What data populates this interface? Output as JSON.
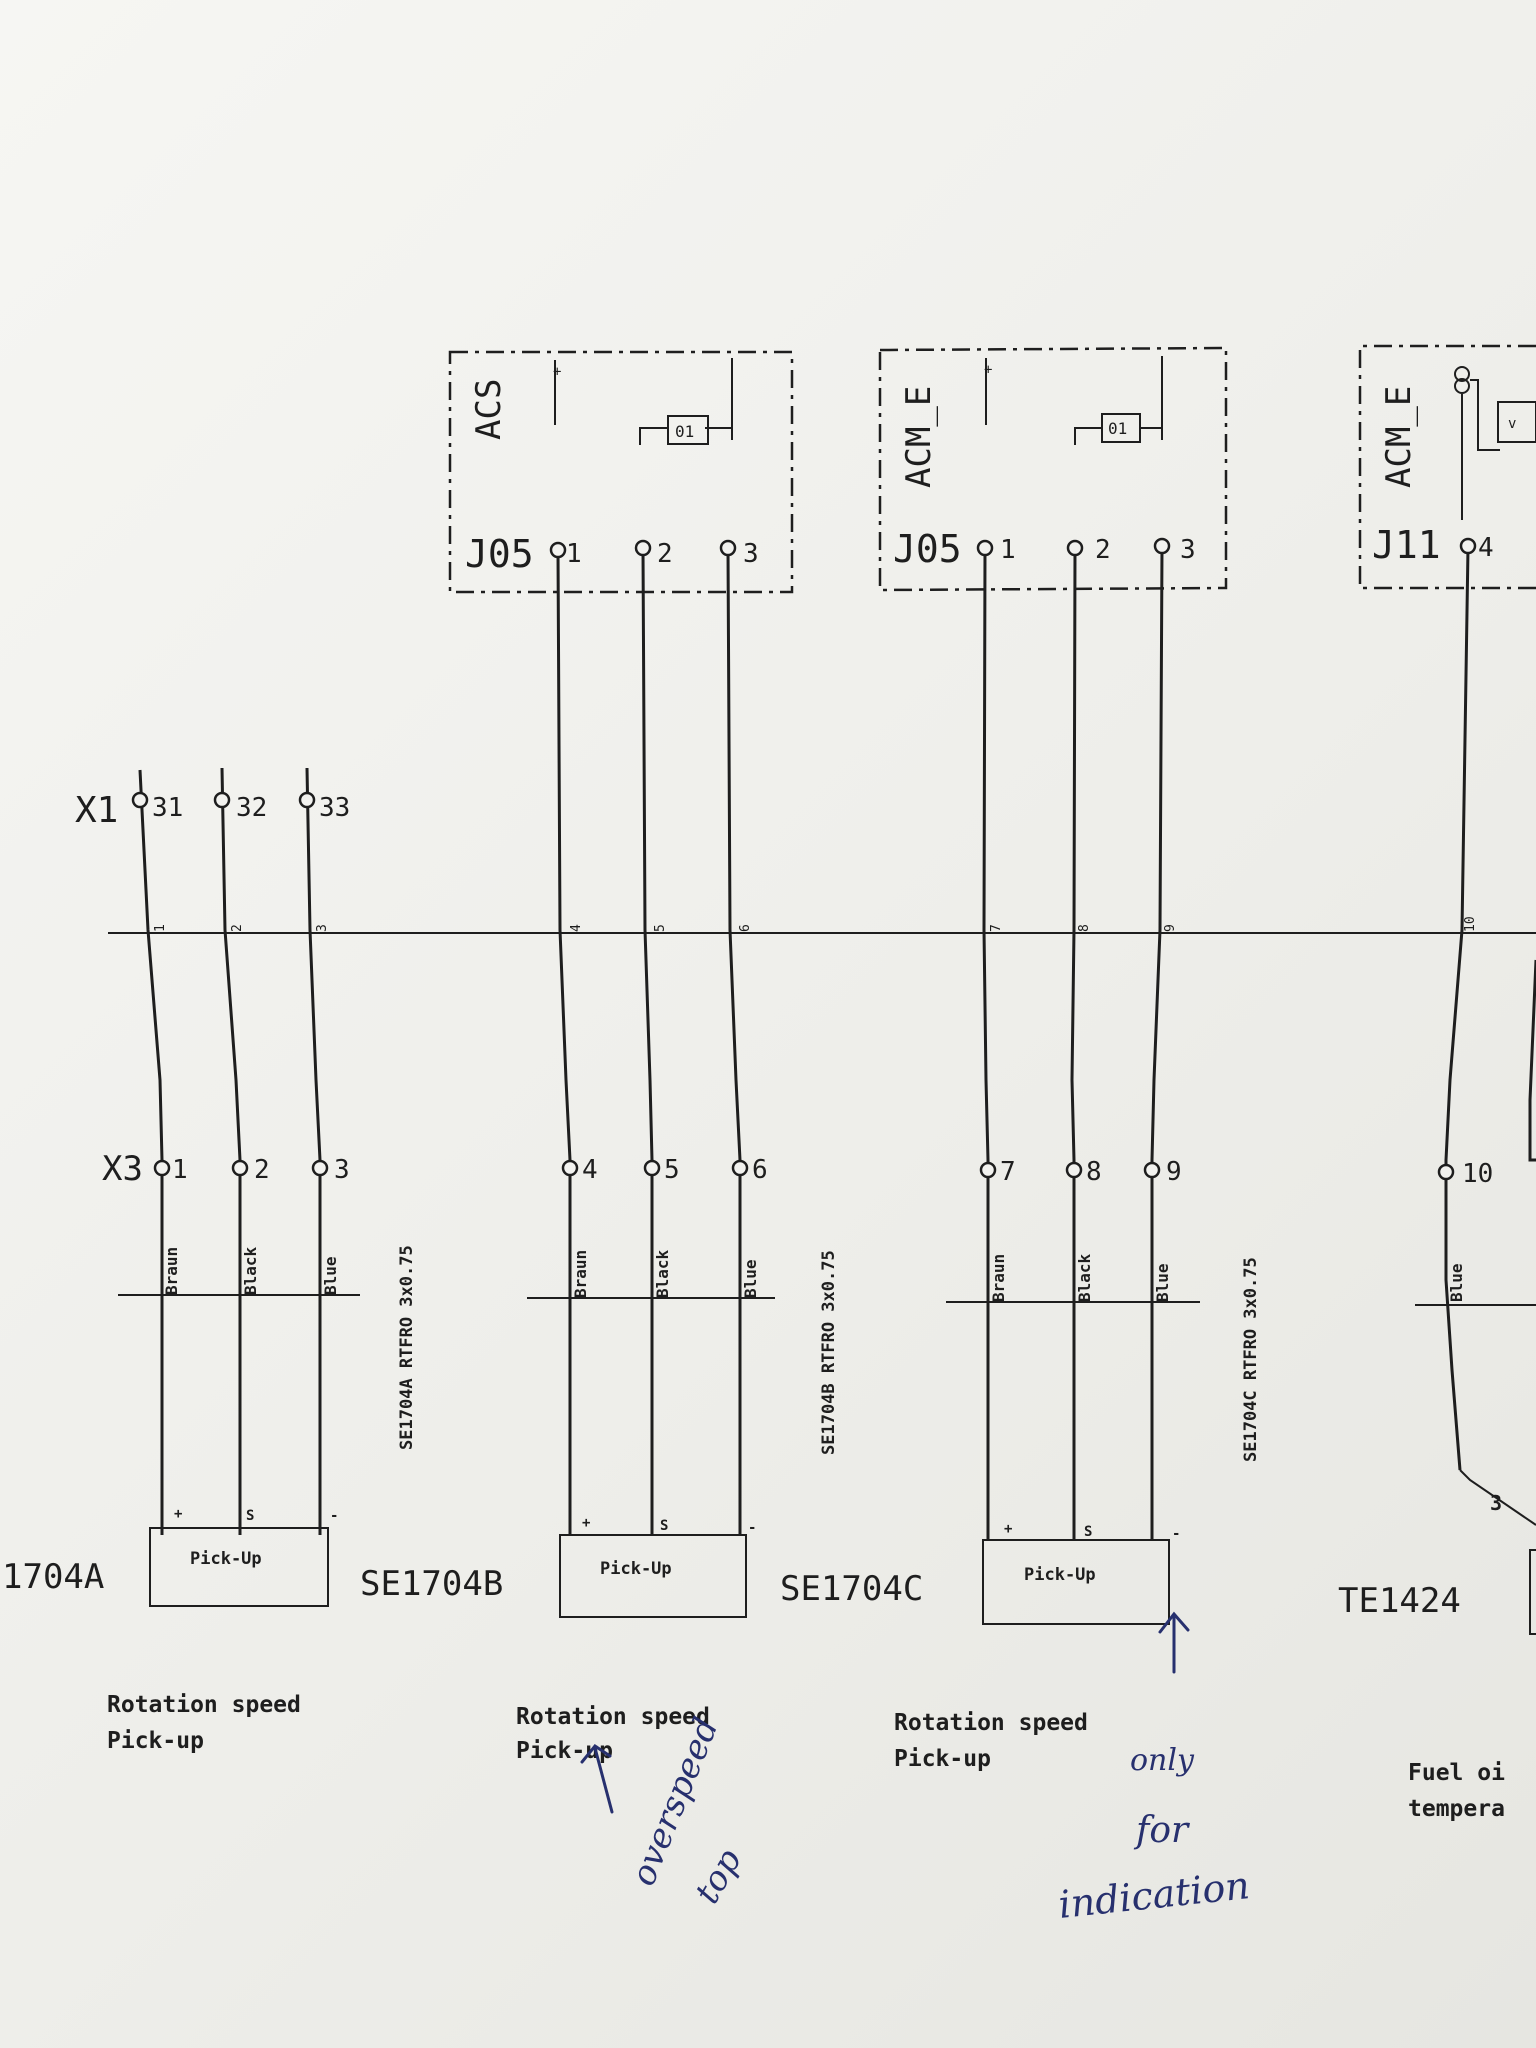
{
  "devices": [
    {
      "name": "ACS",
      "connector": "J05",
      "pins": [
        "1",
        "2",
        "3"
      ],
      "relay": "01"
    },
    {
      "name": "ACM_E",
      "connector": "J05",
      "pins": [
        "1",
        "2",
        "3"
      ],
      "relay": "01"
    },
    {
      "name": "ACM_E",
      "connector": "J11",
      "pins": [
        "4"
      ]
    }
  ],
  "terminal_x1": {
    "label": "X1",
    "pins": [
      "31",
      "32",
      "33"
    ]
  },
  "wire_numbers": [
    "1",
    "2",
    "3",
    "4",
    "5",
    "6",
    "7",
    "8",
    "9",
    "10"
  ],
  "terminal_x3_pins": [
    "1",
    "2",
    "3",
    "4",
    "5",
    "6",
    "7",
    "8",
    "9",
    "10"
  ],
  "terminal_x3_label": "X3",
  "wire_colors": [
    "Braun",
    "Black",
    "Blue"
  ],
  "cables": [
    "SE1704A RTFRO 3x0.75",
    "SE1704B RTFRO 3x0.75",
    "SE1704C RTFRO 3x0.75"
  ],
  "sensors": [
    {
      "tag": "1704A",
      "box": "Pick-Up",
      "terms": [
        "+",
        "S",
        "-"
      ],
      "caption1": "Rotation speed",
      "caption2": "Pick-up"
    },
    {
      "tag": "SE1704B",
      "box": "Pick-Up",
      "terms": [
        "+",
        "S",
        "-"
      ],
      "caption1": "Rotation speed",
      "caption2": "Pick-up"
    },
    {
      "tag": "SE1704C",
      "box": "Pick-Up",
      "terms": [
        "+",
        "S",
        "-"
      ],
      "caption1": "Rotation speed",
      "caption2": "Pick-up"
    },
    {
      "tag": "TE1424",
      "caption1": "Fuel oi",
      "caption2": "tempera"
    }
  ],
  "te1424": {
    "wire_color": "Blue",
    "term": "3"
  },
  "handwritten": {
    "note1": [
      "overspeed",
      "top"
    ],
    "note2": [
      "only",
      "for",
      "indication"
    ]
  }
}
